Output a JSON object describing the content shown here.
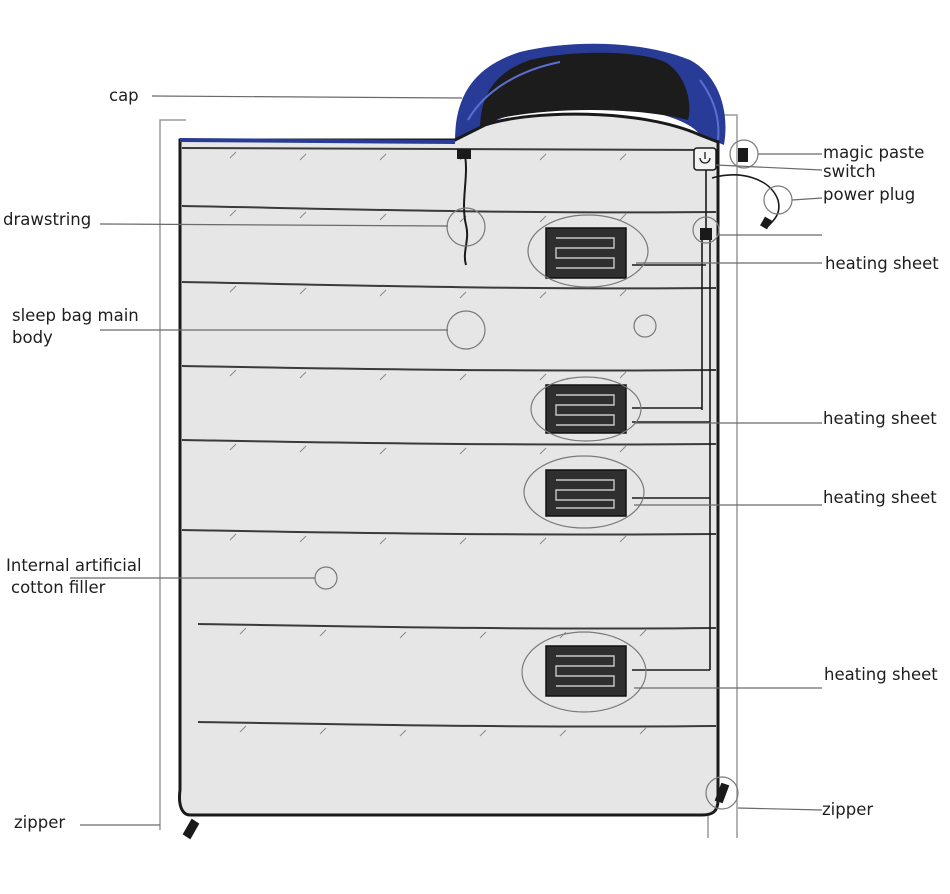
{
  "labels": {
    "cap": "cap",
    "drawstring": "drawstring",
    "main_body_1": "sleep bag main",
    "main_body_2": "body",
    "filler_1": "Internal artificial",
    "filler_2": "cotton filler",
    "zipper_left": "zipper",
    "magic_paste": "magic paste",
    "switch": "switch",
    "power_plug": "power plug",
    "heating_sheet_1": "heating sheet",
    "heating_sheet_2": "heating sheet",
    "heating_sheet_3": "heating sheet",
    "heating_sheet_4": "heating sheet",
    "zipper_right": "zipper"
  },
  "colors": {
    "bag_fill": "#e6e6e6",
    "outline": "#1a1a1a",
    "cap_blue": "#283b96",
    "cap_dark": "#1c1c1c",
    "heating_sheet": "#2f2f2f",
    "leader": "#6a6a6a"
  }
}
